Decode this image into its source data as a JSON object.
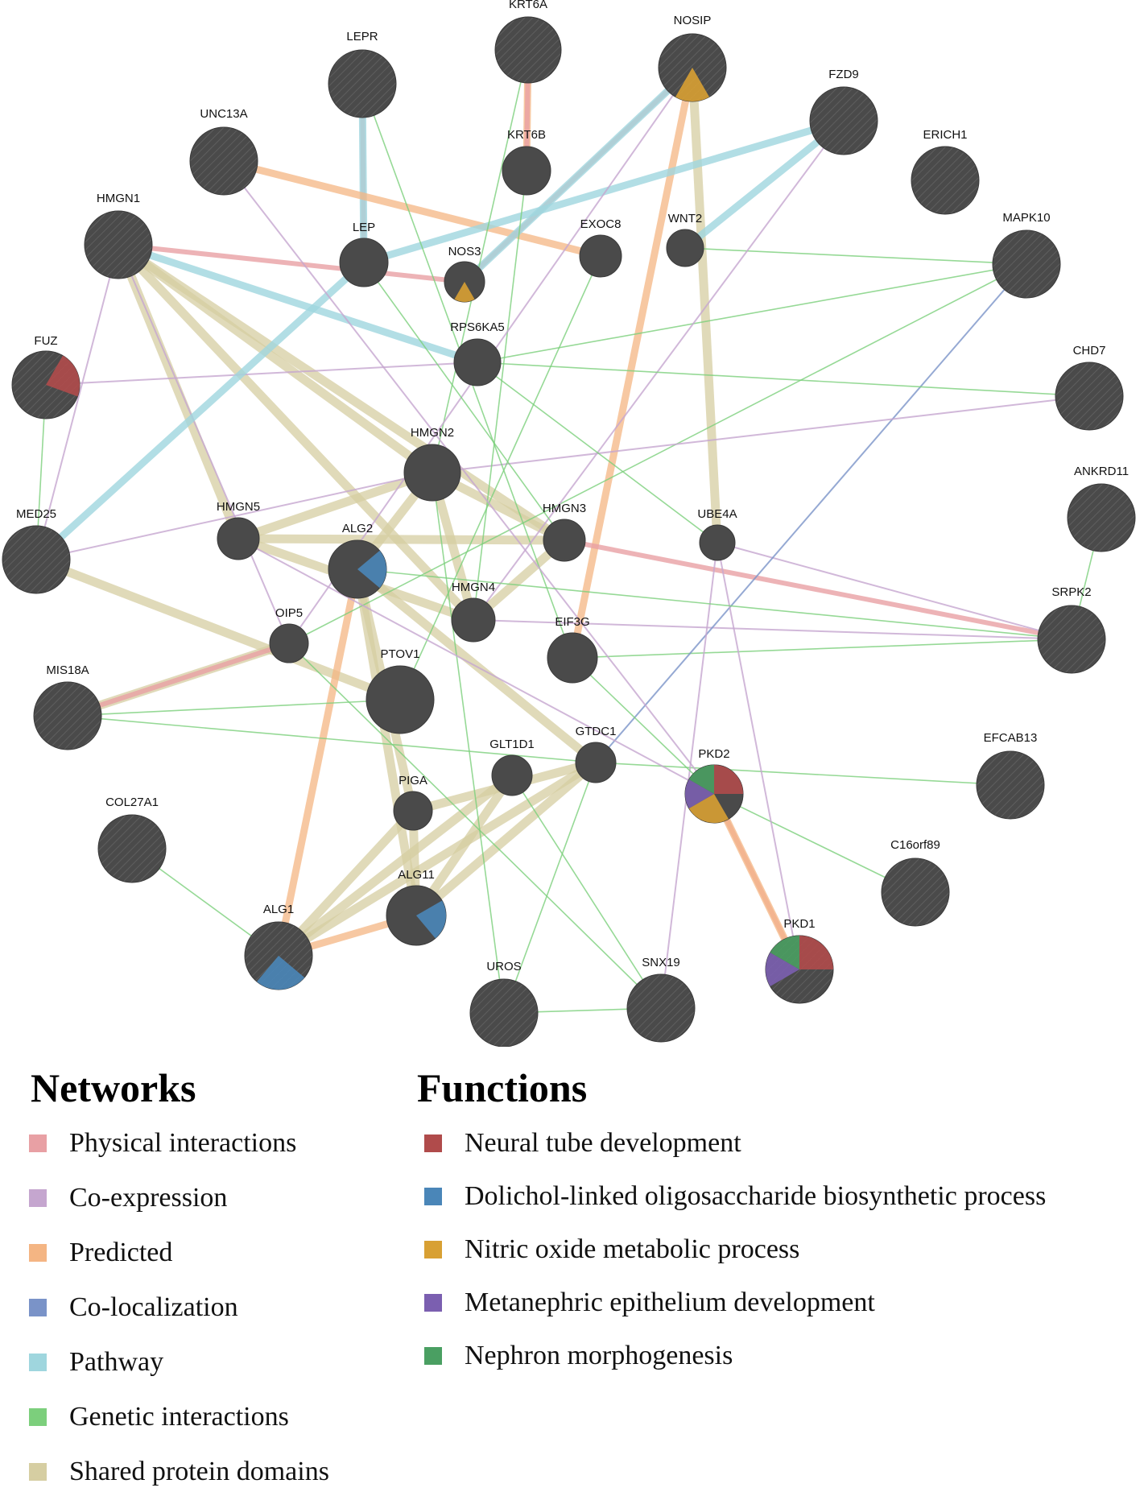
{
  "legend": {
    "networks_title": "Networks",
    "functions_title": "Functions",
    "networks": [
      {
        "label": "Physical interactions",
        "color": "#e8a0a4"
      },
      {
        "label": "Co-expression",
        "color": "#c5a6cf"
      },
      {
        "label": "Predicted",
        "color": "#f4b583"
      },
      {
        "label": "Co-localization",
        "color": "#7a93c8"
      },
      {
        "label": "Pathway",
        "color": "#9fd6de"
      },
      {
        "label": "Genetic interactions",
        "color": "#7ccf7c"
      },
      {
        "label": "Shared protein domains",
        "color": "#d6cea2"
      }
    ],
    "functions": [
      {
        "label": "Neural tube development",
        "color": "#b04b4b"
      },
      {
        "label": "Dolichol-linked oligosaccharide biosynthetic process",
        "color": "#4a86b8"
      },
      {
        "label": "Nitric oxide metabolic process",
        "color": "#d8a033"
      },
      {
        "label": "Metanephric epithelium development",
        "color": "#7b5fb0"
      },
      {
        "label": "Nephron morphogenesis",
        "color": "#4a9f62"
      }
    ]
  },
  "node_color": "#4a4a4a",
  "hatched_color": "#555555",
  "nodes": [
    {
      "id": "KRT6A",
      "label": "KRT6A",
      "hatched": true
    },
    {
      "id": "LEPR",
      "label": "LEPR",
      "hatched": true
    },
    {
      "id": "NOSIP",
      "label": "NOSIP",
      "hatched": true,
      "slices": [
        [
          "Nitric oxide metabolic process"
        ]
      ]
    },
    {
      "id": "KRT6B",
      "label": "KRT6B",
      "hatched": false
    },
    {
      "id": "FZD9",
      "label": "FZD9",
      "hatched": true
    },
    {
      "id": "UNC13A",
      "label": "UNC13A",
      "hatched": true
    },
    {
      "id": "ERICH1",
      "label": "ERICH1",
      "hatched": true
    },
    {
      "id": "HMGN1",
      "label": "HMGN1",
      "hatched": true
    },
    {
      "id": "LEP",
      "label": "LEP",
      "hatched": false
    },
    {
      "id": "EXOC8",
      "label": "EXOC8",
      "hatched": false
    },
    {
      "id": "WNT2",
      "label": "WNT2",
      "hatched": false
    },
    {
      "id": "NOS3",
      "label": "NOS3",
      "hatched": false,
      "slices": [
        [
          "Nitric oxide metabolic process"
        ]
      ]
    },
    {
      "id": "MAPK10",
      "label": "MAPK10",
      "hatched": true
    },
    {
      "id": "RPS6KA5",
      "label": "RPS6KA5",
      "hatched": false
    },
    {
      "id": "FUZ",
      "label": "FUZ",
      "hatched": true,
      "slices": [
        [
          "Neural tube development"
        ]
      ]
    },
    {
      "id": "CHD7",
      "label": "CHD7",
      "hatched": true
    },
    {
      "id": "HMGN2",
      "label": "HMGN2",
      "hatched": false
    },
    {
      "id": "ANKRD11",
      "label": "ANKRD11",
      "hatched": true
    },
    {
      "id": "MED25",
      "label": "MED25",
      "hatched": true
    },
    {
      "id": "HMGN5",
      "label": "HMGN5",
      "hatched": false
    },
    {
      "id": "ALG2",
      "label": "ALG2",
      "hatched": false,
      "slices": [
        [
          "Dolichol-linked oligosaccharide biosynthetic process"
        ]
      ]
    },
    {
      "id": "HMGN3",
      "label": "HMGN3",
      "hatched": false
    },
    {
      "id": "UBE4A",
      "label": "UBE4A",
      "hatched": false
    },
    {
      "id": "SRPK2",
      "label": "SRPK2",
      "hatched": true
    },
    {
      "id": "HMGN4",
      "label": "HMGN4",
      "hatched": false
    },
    {
      "id": "OIP5",
      "label": "OIP5",
      "hatched": false
    },
    {
      "id": "EIF3G",
      "label": "EIF3G",
      "hatched": false
    },
    {
      "id": "PTOV1",
      "label": "PTOV1",
      "hatched": false
    },
    {
      "id": "MIS18A",
      "label": "MIS18A",
      "hatched": true
    },
    {
      "id": "EFCAB13",
      "label": "EFCAB13",
      "hatched": true
    },
    {
      "id": "GTDC1",
      "label": "GTDC1",
      "hatched": false
    },
    {
      "id": "GLT1D1",
      "label": "GLT1D1",
      "hatched": false
    },
    {
      "id": "PKD2",
      "label": "PKD2",
      "hatched": false,
      "slices": [
        "Neural tube development",
        "Nitric oxide metabolic process",
        "Metanephric epithelium development",
        "Nephron morphogenesis"
      ]
    },
    {
      "id": "PIGA",
      "label": "PIGA",
      "hatched": false
    },
    {
      "id": "COL27A1",
      "label": "COL27A1",
      "hatched": true
    },
    {
      "id": "C16orf89",
      "label": "C16orf89",
      "hatched": true
    },
    {
      "id": "ALG11",
      "label": "ALG11",
      "hatched": false,
      "slices": [
        [
          "Dolichol-linked oligosaccharide biosynthetic process"
        ]
      ]
    },
    {
      "id": "ALG1",
      "label": "ALG1",
      "hatched": true,
      "slices": [
        [
          "Dolichol-linked oligosaccharide biosynthetic process"
        ]
      ]
    },
    {
      "id": "PKD1",
      "label": "PKD1",
      "hatched": true,
      "slices": [
        "Neural tube development",
        "Metanephric epithelium development",
        "Nephron morphogenesis"
      ]
    },
    {
      "id": "UROS",
      "label": "UROS",
      "hatched": true
    },
    {
      "id": "SNX19",
      "label": "SNX19",
      "hatched": true
    }
  ],
  "edges": [
    [
      "LEPR",
      "LEP",
      "Physical interactions"
    ],
    [
      "LEPR",
      "LEP",
      "Pathway"
    ],
    [
      "KRT6A",
      "KRT6B",
      "Predicted"
    ],
    [
      "KRT6A",
      "KRT6B",
      "Physical interactions"
    ],
    [
      "UNC13A",
      "EXOC8",
      "Predicted"
    ],
    [
      "NOSIP",
      "NOS3",
      "Physical interactions"
    ],
    [
      "NOSIP",
      "NOS3",
      "Pathway"
    ],
    [
      "NOSIP",
      "EIF3G",
      "Predicted"
    ],
    [
      "NOSIP",
      "UBE4A",
      "Shared protein domains"
    ],
    [
      "FZD9",
      "WNT2",
      "Pathway"
    ],
    [
      "FZD9",
      "LEP",
      "Pathway"
    ],
    [
      "HMGN1",
      "RPS6KA5",
      "Pathway"
    ],
    [
      "HMGN1",
      "HMGN2",
      "Shared protein domains"
    ],
    [
      "HMGN1",
      "HMGN3",
      "Shared protein domains"
    ],
    [
      "HMGN1",
      "HMGN4",
      "Shared protein domains"
    ],
    [
      "HMGN1",
      "HMGN5",
      "Shared protein domains"
    ],
    [
      "HMGN1",
      "NOS3",
      "Physical interactions"
    ],
    [
      "HMGN2",
      "HMGN3",
      "Shared protein domains"
    ],
    [
      "HMGN2",
      "HMGN4",
      "Shared protein domains"
    ],
    [
      "HMGN2",
      "HMGN5",
      "Shared protein domains"
    ],
    [
      "HMGN2",
      "ALG2",
      "Shared protein domains"
    ],
    [
      "HMGN3",
      "HMGN5",
      "Shared protein domains"
    ],
    [
      "HMGN3",
      "HMGN4",
      "Shared protein domains"
    ],
    [
      "HMGN5",
      "HMGN4",
      "Shared protein domains"
    ],
    [
      "MED25",
      "PTOV1",
      "Shared protein domains"
    ],
    [
      "MIS18A",
      "OIP5",
      "Shared protein domains"
    ],
    [
      "MIS18A",
      "OIP5",
      "Physical interactions"
    ],
    [
      "ALG2",
      "ALG1",
      "Predicted"
    ],
    [
      "ALG2",
      "ALG11",
      "Shared protein domains"
    ],
    [
      "ALG2",
      "PIGA",
      "Shared protein domains"
    ],
    [
      "ALG2",
      "GTDC1",
      "Shared protein domains"
    ],
    [
      "ALG1",
      "ALG11",
      "Predicted"
    ],
    [
      "ALG1",
      "GLT1D1",
      "Shared protein domains"
    ],
    [
      "ALG1",
      "GTDC1",
      "Shared protein domains"
    ],
    [
      "ALG1",
      "PIGA",
      "Shared protein domains"
    ],
    [
      "ALG11",
      "GLT1D1",
      "Shared protein domains"
    ],
    [
      "ALG11",
      "GTDC1",
      "Shared protein domains"
    ],
    [
      "ALG11",
      "PIGA",
      "Shared protein domains"
    ],
    [
      "PIGA",
      "GTDC1",
      "Shared protein domains"
    ],
    [
      "PKD2",
      "PKD1",
      "Physical interactions"
    ],
    [
      "PKD2",
      "PKD1",
      "Predicted"
    ],
    [
      "FUZ",
      "RPS6KA5",
      "Co-expression"
    ],
    [
      "FUZ",
      "MED25",
      "Genetic interactions"
    ],
    [
      "HMGN1",
      "OIP5",
      "Co-expression"
    ],
    [
      "HMGN3",
      "SRPK2",
      "Physical interactions"
    ],
    [
      "HMGN4",
      "SRPK2",
      "Co-expression"
    ],
    [
      "UBE4A",
      "SRPK2",
      "Co-expression"
    ],
    [
      "EIF3G",
      "SRPK2",
      "Genetic interactions"
    ],
    [
      "RPS6KA5",
      "MAPK10",
      "Genetic interactions"
    ],
    [
      "MAPK10",
      "OIP5",
      "Genetic interactions"
    ],
    [
      "MAPK10",
      "GTDC1",
      "Co-localization"
    ],
    [
      "CHD7",
      "HMGN2",
      "Co-expression"
    ],
    [
      "ANKRD11",
      "SRPK2",
      "Genetic interactions"
    ],
    [
      "EFCAB13",
      "GTDC1",
      "Genetic interactions"
    ],
    [
      "C16orf89",
      "PKD2",
      "Genetic interactions"
    ],
    [
      "COL27A1",
      "ALG1",
      "Genetic interactions"
    ],
    [
      "UROS",
      "GTDC1",
      "Genetic interactions"
    ],
    [
      "SNX19",
      "UBE4A",
      "Co-expression"
    ],
    [
      "SNX19",
      "UROS",
      "Genetic interactions"
    ],
    [
      "PKD1",
      "UBE4A",
      "Co-expression"
    ],
    [
      "MIS18A",
      "PTOV1",
      "Genetic interactions"
    ],
    [
      "LEP",
      "MED25",
      "Pathway"
    ],
    [
      "EXOC8",
      "PTOV1",
      "Genetic interactions"
    ],
    [
      "KRT6B",
      "HMGN4",
      "Genetic interactions"
    ],
    [
      "WNT2",
      "MAPK10",
      "Genetic interactions"
    ],
    [
      "LEPR",
      "EIF3G",
      "Genetic interactions"
    ],
    [
      "KRT6A",
      "HMGN2",
      "Genetic interactions"
    ],
    [
      "NOSIP",
      "OIP5",
      "Co-expression"
    ],
    [
      "UNC13A",
      "PKD2",
      "Co-expression"
    ],
    [
      "FZD9",
      "HMGN4",
      "Co-expression"
    ],
    [
      "RPS6KA5",
      "UBE4A",
      "Genetic interactions"
    ],
    [
      "HMGN2",
      "UROS",
      "Genetic interactions"
    ],
    [
      "EIF3G",
      "PKD2",
      "Genetic interactions"
    ],
    [
      "GLT1D1",
      "SNX19",
      "Genetic interactions"
    ],
    [
      "HMGN5",
      "PKD2",
      "Co-expression"
    ],
    [
      "OIP5",
      "SNX19",
      "Genetic interactions"
    ],
    [
      "CHD7",
      "RPS6KA5",
      "Genetic interactions"
    ],
    [
      "ALG2",
      "SRPK2",
      "Genetic interactions"
    ],
    [
      "MED25",
      "HMGN2",
      "Co-expression"
    ],
    [
      "MIS18A",
      "GTDC1",
      "Genetic interactions"
    ],
    [
      "HMGN1",
      "MED25",
      "Co-expression"
    ],
    [
      "LEP",
      "HMGN3",
      "Genetic interactions"
    ]
  ]
}
